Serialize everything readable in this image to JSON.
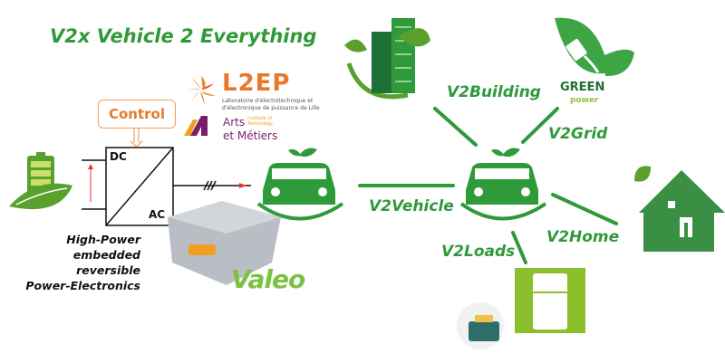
{
  "title": "V2x Vehicle 2 Everything",
  "converter": {
    "control": "Control",
    "dc": "DC",
    "ac": "AC",
    "description": [
      "High-Power",
      "embedded reversible",
      "Power-Electronics"
    ]
  },
  "logos": {
    "l2ep": "L2EP",
    "l2ep_sub": [
      "Laboratoire d'électrotechnique et",
      "d'électronique de puissance de Lille"
    ],
    "am": [
      "Arts",
      "et Métiers"
    ],
    "am_sub": [
      "Institute of",
      "Technology"
    ],
    "valeo": "Valeo",
    "green": "GREEN",
    "power": "power"
  },
  "links": {
    "building": "V2Building",
    "grid": "V2Grid",
    "vehicle": "V2Vehicle",
    "home": "V2Home",
    "loads": "V2Loads"
  },
  "colors": {
    "green": "#2f9a3a",
    "orange": "#e8792a"
  }
}
